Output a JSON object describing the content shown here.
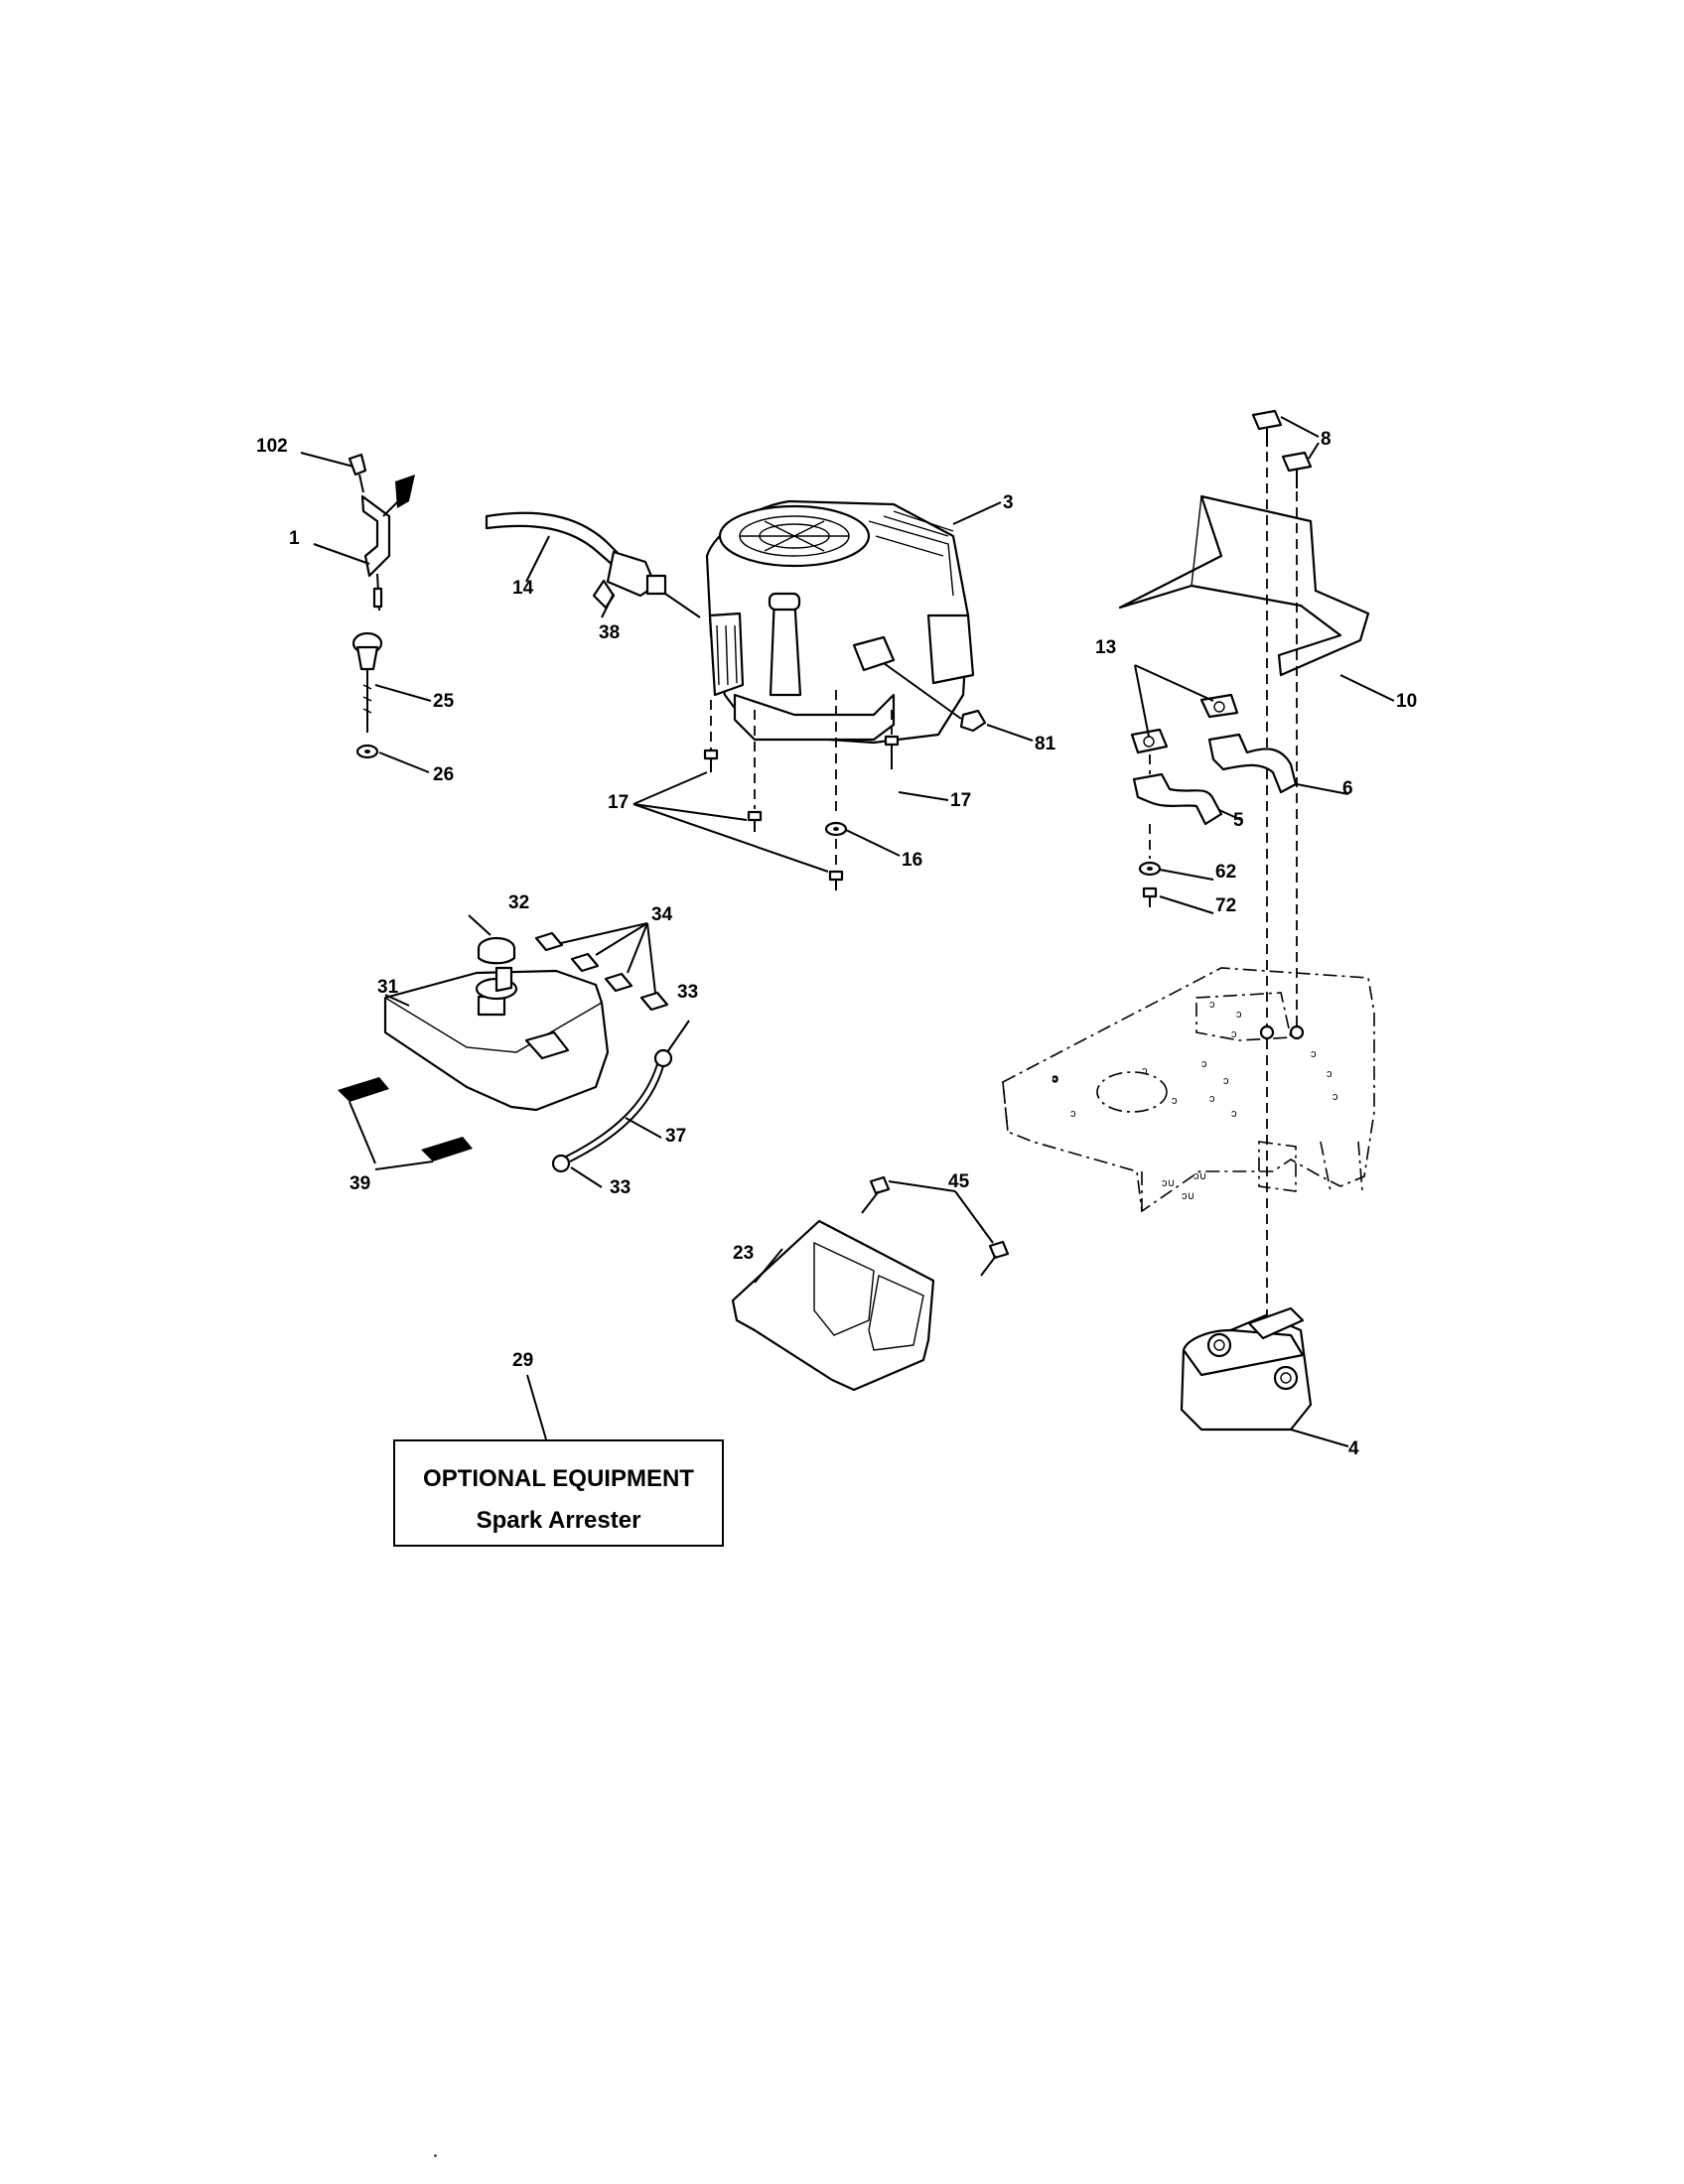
{
  "diagram": {
    "callouts": [
      {
        "id": "c102",
        "text": "102"
      },
      {
        "id": "c1",
        "text": "1"
      },
      {
        "id": "c25",
        "text": "25"
      },
      {
        "id": "c26",
        "text": "26"
      },
      {
        "id": "c14",
        "text": "14"
      },
      {
        "id": "c38",
        "text": "38"
      },
      {
        "id": "c3",
        "text": "3"
      },
      {
        "id": "c81",
        "text": "81"
      },
      {
        "id": "c17a",
        "text": "17"
      },
      {
        "id": "c17b",
        "text": "17"
      },
      {
        "id": "c16",
        "text": "16"
      },
      {
        "id": "c8",
        "text": "8"
      },
      {
        "id": "c10",
        "text": "10"
      },
      {
        "id": "c13",
        "text": "13"
      },
      {
        "id": "c6",
        "text": "6"
      },
      {
        "id": "c5",
        "text": "5"
      },
      {
        "id": "c62",
        "text": "62"
      },
      {
        "id": "c72",
        "text": "72"
      },
      {
        "id": "c32",
        "text": "32"
      },
      {
        "id": "c34",
        "text": "34"
      },
      {
        "id": "c31",
        "text": "31"
      },
      {
        "id": "c33a",
        "text": "33"
      },
      {
        "id": "c37",
        "text": "37"
      },
      {
        "id": "c33b",
        "text": "33"
      },
      {
        "id": "c39",
        "text": "39"
      },
      {
        "id": "c45",
        "text": "45"
      },
      {
        "id": "c23",
        "text": "23"
      },
      {
        "id": "c29",
        "text": "29"
      },
      {
        "id": "c4",
        "text": "4"
      }
    ],
    "optional_box": {
      "title": "OPTIONAL EQUIPMENT",
      "subtitle": "Spark Arrester"
    }
  }
}
